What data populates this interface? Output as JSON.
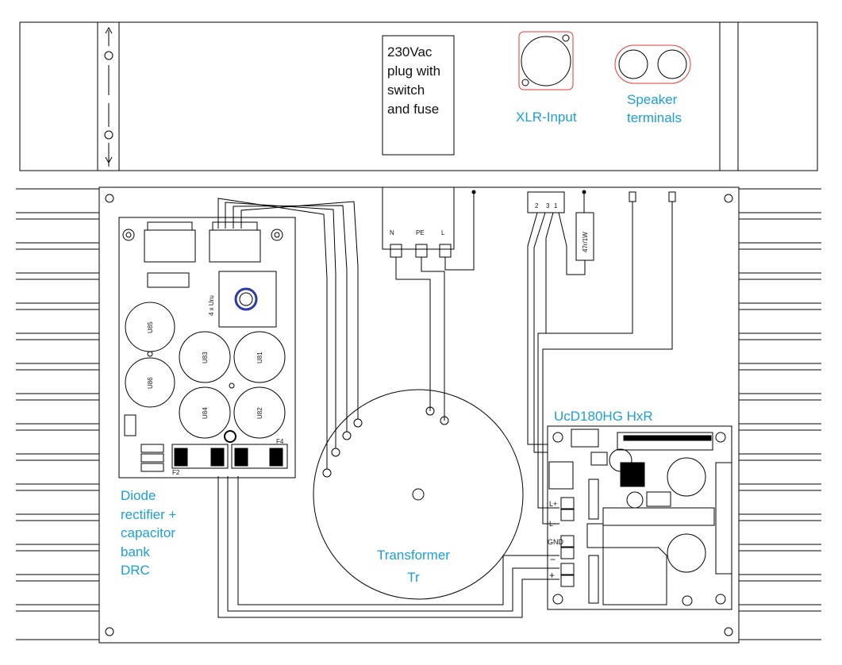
{
  "front_panel": {
    "mains_plug_label": "230Vac\nplug with\nswitch\nand fuse",
    "xlr_label": "XLR-Input",
    "speaker_label": "Speaker\nterminals"
  },
  "inlet_terminals": {
    "n": "N",
    "pe": "PE",
    "l": "L"
  },
  "xlr_pins": {
    "p2": "2",
    "p3": "3",
    "p1": "1"
  },
  "resistor_label": "47r/1W",
  "rectifier": {
    "label": "Diode\nrectifier +\ncapacitor\nbank\n DRC",
    "cap_labels": [
      "U85",
      "U86",
      "U83",
      "U81",
      "U84",
      "U82"
    ],
    "bridge_text": "4 x Uru",
    "fuse_labels": [
      "F2",
      "F4"
    ]
  },
  "transformer": {
    "label": "Transformer\nTr"
  },
  "amp_module": {
    "label": "UcD180HG HxR",
    "terminal_marks": [
      "L+",
      "L-",
      "GND",
      "−",
      "+"
    ]
  },
  "colors": {
    "label_blue": "#1a9fd6",
    "line": "#000000",
    "highlight_red": "#e53935"
  }
}
